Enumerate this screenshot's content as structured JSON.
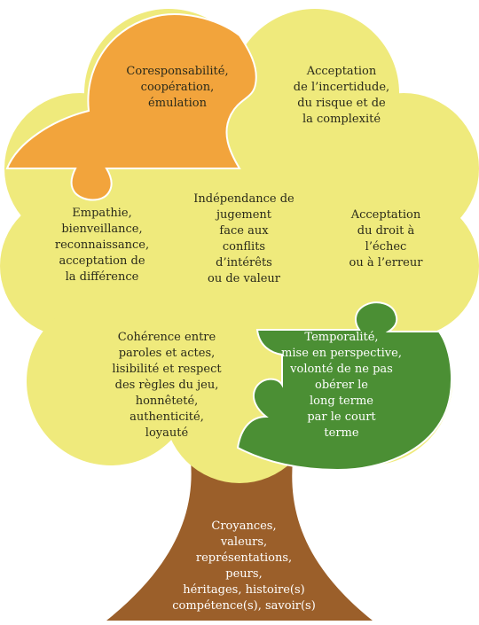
{
  "colors": {
    "canopy": "#efea7c",
    "orange": "#f2a43c",
    "green": "#4b8f34",
    "trunk": "#9b5f2a",
    "outline": "#ffffff"
  },
  "canopy": {
    "top_left": "Coresponsabilité,\ncoopération,\némulation",
    "top_right": "Acceptation\nde l’incertidude,\ndu risque et de\nla complexité",
    "mid_left": "Empathie,\nbienveillance,\nreconnaissance,\nacceptation de\nla différence",
    "center": "Indépendance de\njugement\nface aux\nconflits\nd’intérêts\nou de valeur",
    "mid_right": "Acceptation\ndu droit à\nl’échec\nou à l’erreur",
    "bottom_left": "Cohérence entre\nparoles et actes,\nlisibilité et respect\ndes règles du jeu,\nhonnêteté,\nauthenticité,\nloyauté",
    "bottom_right": "Temporalité,\nmise en perspective,\nvolonté de ne pas\nobérer le\nlong terme\npar le court\nterme"
  },
  "trunk": {
    "text": "Croyances,\nvaleurs,\nreprésentations,\npeurs,\nhéritages, histoire(s)\ncompétence(s), savoir(s)"
  }
}
